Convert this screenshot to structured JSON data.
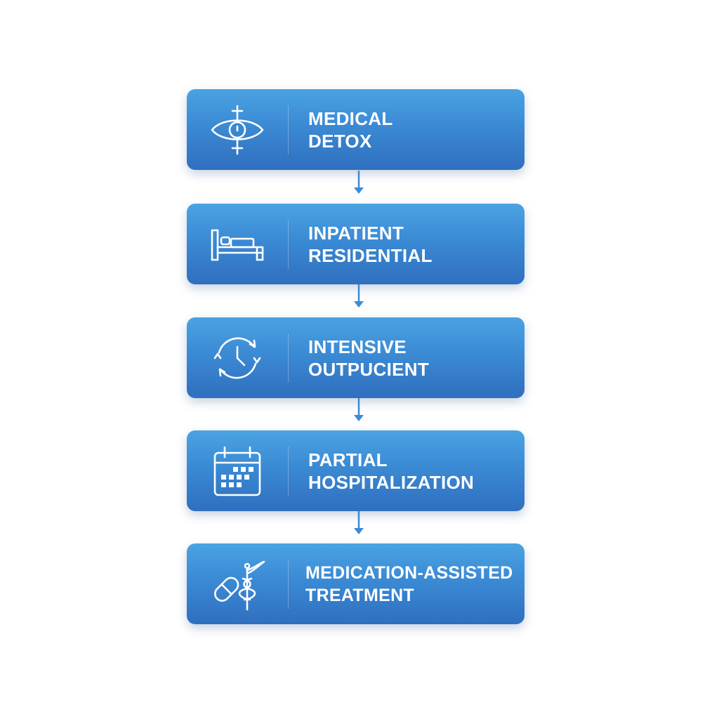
{
  "steps": [
    {
      "line1": "MEDICAL",
      "line2": "DETOX",
      "icon": "eye-cross-icon"
    },
    {
      "line1": "INPATIENT",
      "line2": "RESIDENTIAL",
      "icon": "bed-icon"
    },
    {
      "line1": "INTENSIVE",
      "line2": "OUTPUCIENT",
      "icon": "clock-cycle-icon"
    },
    {
      "line1": "PARTIAL",
      "line2": "HOSPITALIZATION",
      "icon": "calendar-icon"
    },
    {
      "line1": "MEDICATION-ASSISTED",
      "line2": "TREATMENT",
      "icon": "pill-caduceus-icon"
    }
  ],
  "colors": {
    "box_top": "#4aa3e2",
    "box_bottom": "#2f6fbf",
    "arrow": "#3b8ad4",
    "text": "#ffffff"
  }
}
